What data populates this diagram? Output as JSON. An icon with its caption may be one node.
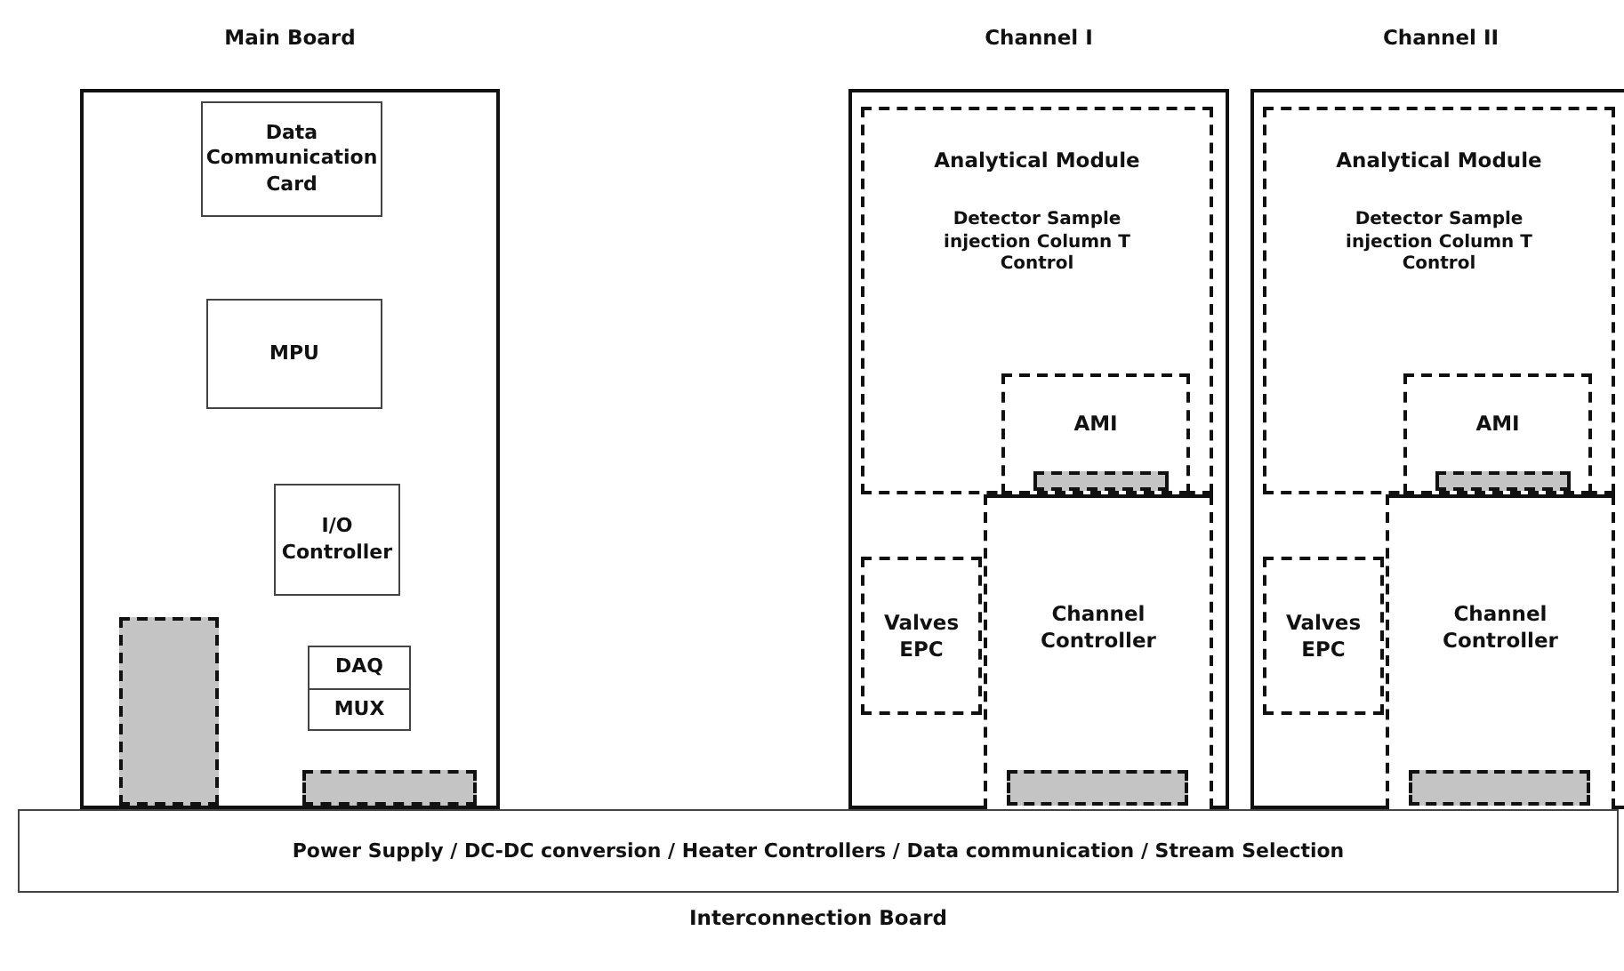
{
  "diagram": {
    "nodes": [
      {
        "text": [
          "Main Board"
        ]
      },
      {
        "text": [
          "Data Communication Card"
        ],
        "in": 0
      },
      {
        "text": [
          "MPU"
        ],
        "in": 0
      },
      {
        "text": [
          "I/O Controller"
        ],
        "in": 0
      },
      {
        "text": [
          "DAQ"
        ],
        "in": 0
      },
      {
        "text": [
          "MUX"
        ],
        "in": 0
      },
      {
        "text": [],
        "shape": "bar",
        "in": 0
      },
      {
        "text": [],
        "shape": "bar",
        "in": 0
      },
      {
        "text": [
          "Channel I"
        ]
      },
      {
        "text": [
          "Analytical Module",
          "Detector Sample injection Column T Control"
        ],
        "in": 8
      },
      {
        "text": [
          "AMI"
        ],
        "in": 9
      },
      {
        "text": [],
        "shape": "bar",
        "in": 10
      },
      {
        "text": [
          "Valves EPC"
        ],
        "in": 8
      },
      {
        "text": [
          "Channel Controller"
        ],
        "in": 8
      },
      {
        "text": [],
        "shape": "bar",
        "in": 13
      },
      {
        "text": [
          "Channel II"
        ]
      },
      {
        "text": [
          "Analytical Module",
          "Detector Sample injection Column T Control"
        ],
        "in": 15
      },
      {
        "text": [
          "AMI"
        ],
        "in": 16
      },
      {
        "text": [],
        "shape": "bar",
        "in": 17
      },
      {
        "text": [
          "Valves EPC"
        ],
        "in": 15
      },
      {
        "text": [
          "Channel Controller"
        ],
        "in": 15
      },
      {
        "text": [],
        "shape": "bar",
        "in": 20
      },
      {
        "text": [
          "Power Supply / DC-DC conversion / Heater Controllers / Data communication / Stream Selection",
          "Interconnection Board"
        ]
      }
    ]
  }
}
